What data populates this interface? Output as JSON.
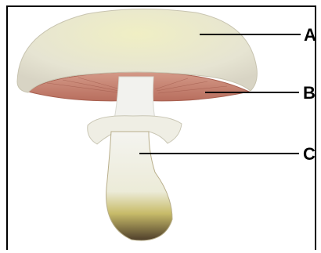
{
  "labels": [
    {
      "id": "cap",
      "text": "A"
    },
    {
      "id": "gills",
      "text": "B"
    },
    {
      "id": "ring",
      "text": "C"
    }
  ],
  "colors": {
    "cap": "#e8e6c8",
    "gills": "#c98070",
    "stem": "#eeeeea",
    "base": "#6b5a3a"
  }
}
